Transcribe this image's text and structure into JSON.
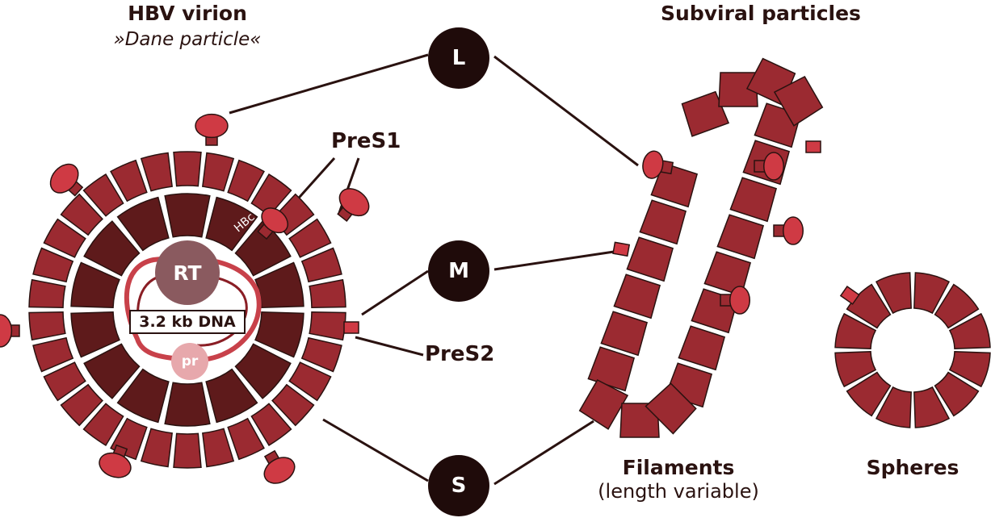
{
  "virion": {
    "title": "HBV virion",
    "subtitle": "»Dane particle«",
    "rt_label": "RT",
    "dna_label": "3.2 kb DNA",
    "pr_label": "pr",
    "hbc_label": "HBc"
  },
  "proteins": {
    "L": "L",
    "M": "M",
    "S": "S"
  },
  "labels": {
    "pres1": "PreS1",
    "pres2": "PreS2",
    "subviral": "Subviral particles",
    "filaments": "Filaments",
    "filaments_note": "(length variable)",
    "spheres": "Spheres"
  },
  "colors": {
    "outer_segment": "#9b2a31",
    "inner_segment": "#5e1a1b",
    "surface_knob": "#cf3a44",
    "connector": "#2a1210",
    "protein_circle": "#1f0b0a",
    "rt": "#8a5a5f",
    "pr": "#e7a8ac",
    "dna_loop": "#c8414a"
  }
}
